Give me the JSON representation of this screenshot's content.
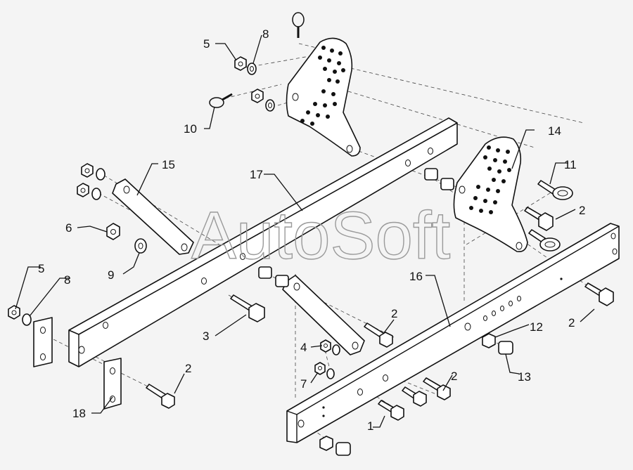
{
  "watermark": "AutoSoft",
  "callouts": {
    "c1": "1",
    "c2a": "2",
    "c2b": "2",
    "c2c": "2",
    "c2d": "2",
    "c2e": "2",
    "c3": "3",
    "c4": "4",
    "c5a": "5",
    "c5b": "5",
    "c6": "6",
    "c7": "7",
    "c8a": "8",
    "c8b": "8",
    "c9": "9",
    "c10": "10",
    "c11": "11",
    "c12": "12",
    "c13": "13",
    "c14": "14",
    "c15": "15",
    "c16": "16",
    "c17": "17",
    "c18": "18"
  }
}
